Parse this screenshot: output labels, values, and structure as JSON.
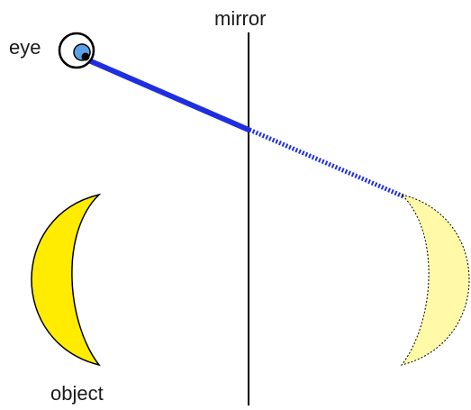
{
  "labels": {
    "mirror": "mirror",
    "eye": "eye",
    "object": "object"
  },
  "colors": {
    "ray": "#1f2ee0",
    "object_fill": "#ffec00",
    "image_fill": "#fff9a8",
    "eye_iris": "#5aa0e6",
    "mirror_line": "#000000"
  },
  "icons": {
    "eye": "eye-icon",
    "object": "crescent-moon-shape",
    "image": "crescent-moon-shape-virtual"
  }
}
